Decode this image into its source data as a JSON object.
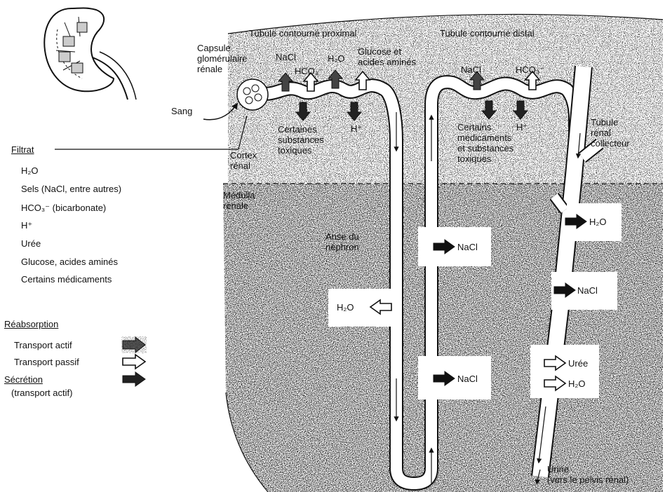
{
  "labels": {
    "proximal": "Tubule contourné proximal",
    "distal": "Tubule contourné distal",
    "capsule": "Capsule\nglomérulaire\nrénale",
    "sang": "Sang",
    "nacl_top1": "NaCl",
    "hco3_top1": "HCO₃⁻",
    "h2o_top1": "H₂O",
    "glucose_top": "Glucose et\nacides aminés",
    "nacl_top2": "NaCl",
    "hco3_top2": "HCO₃⁻",
    "certaines_tox": "Certaines\nsubstances\ntoxiques",
    "h_plus_1": "H⁺",
    "certains_med": "Certains\nmédicaments\net substances\ntoxiques",
    "h_plus_2": "H⁺",
    "tubule_collecteur": "Tubule\nrénal\ncollecteur",
    "cortex": "Cortex\nrénal",
    "medulla": "Médulla\nrénale",
    "anse": "Anse du\nnéphron",
    "box_nacl_1": "NaCl",
    "box_h2o_1": "H₂O",
    "box_nacl_2": "NaCl",
    "box_h2o_2": "H₂O",
    "box_nacl_3": "NaCl",
    "box_uree": "Urée",
    "box_h2o_3": "H₂O",
    "urine": "Urine\n(vers le pelvis rénal)"
  },
  "filtrat": {
    "title": "Filtrat",
    "items": [
      "H₂O",
      "Sels (NaCl, entre autres)",
      "HCO₃⁻ (bicarbonate)",
      "H⁺",
      "Urée",
      "Glucose, acides aminés",
      "Certains médicaments"
    ]
  },
  "legend": {
    "reabsorption_title": "Réabsorption",
    "transport_actif": "Transport actif",
    "transport_passif": "Transport passif",
    "secretion_title": "Sécrétion",
    "secretion_sub": "(transport actif)"
  }
}
